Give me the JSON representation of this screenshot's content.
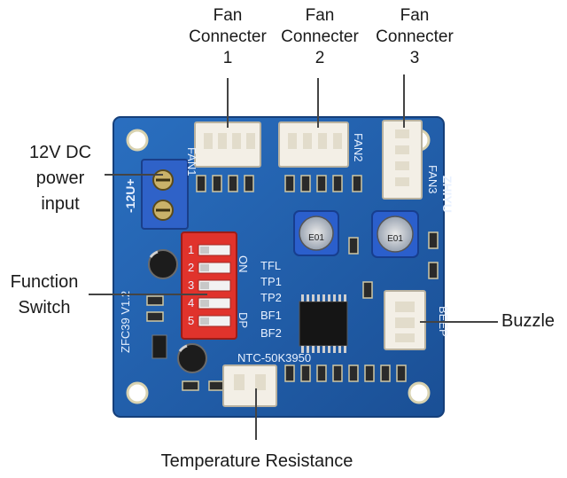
{
  "labels": {
    "fan1": [
      "Fan",
      "Connecter",
      "1"
    ],
    "fan2": [
      "Fan",
      "Connecter",
      "2"
    ],
    "fan3": [
      "Fan",
      "Connecter",
      "3"
    ],
    "power": [
      "12V DC",
      "power",
      "input"
    ],
    "function": [
      "Function",
      "Switch"
    ],
    "buzzle": "Buzzle",
    "temperature": "Temperature Resistance"
  },
  "board": {
    "model": "ZFC39 V1.2",
    "power_pins": "-12U+",
    "fan1_silk": "FAN1",
    "fan2_silk": "FAN2",
    "fan3_silk": "FAN3",
    "brand": "ZHIYU",
    "beep": "BEEP",
    "ntc": "NTC-50K3950",
    "on": "ON",
    "dp": "DP",
    "switch_numbers": [
      "1",
      "2",
      "3",
      "4",
      "5"
    ],
    "switch_functions": [
      "TFL",
      "TP1",
      "TP2",
      "BF1",
      "BF2"
    ],
    "pot_marking": "E01"
  },
  "colors": {
    "pcb": "#1f5fae",
    "dip": "#e0332c",
    "connector": "#f3efe6"
  }
}
